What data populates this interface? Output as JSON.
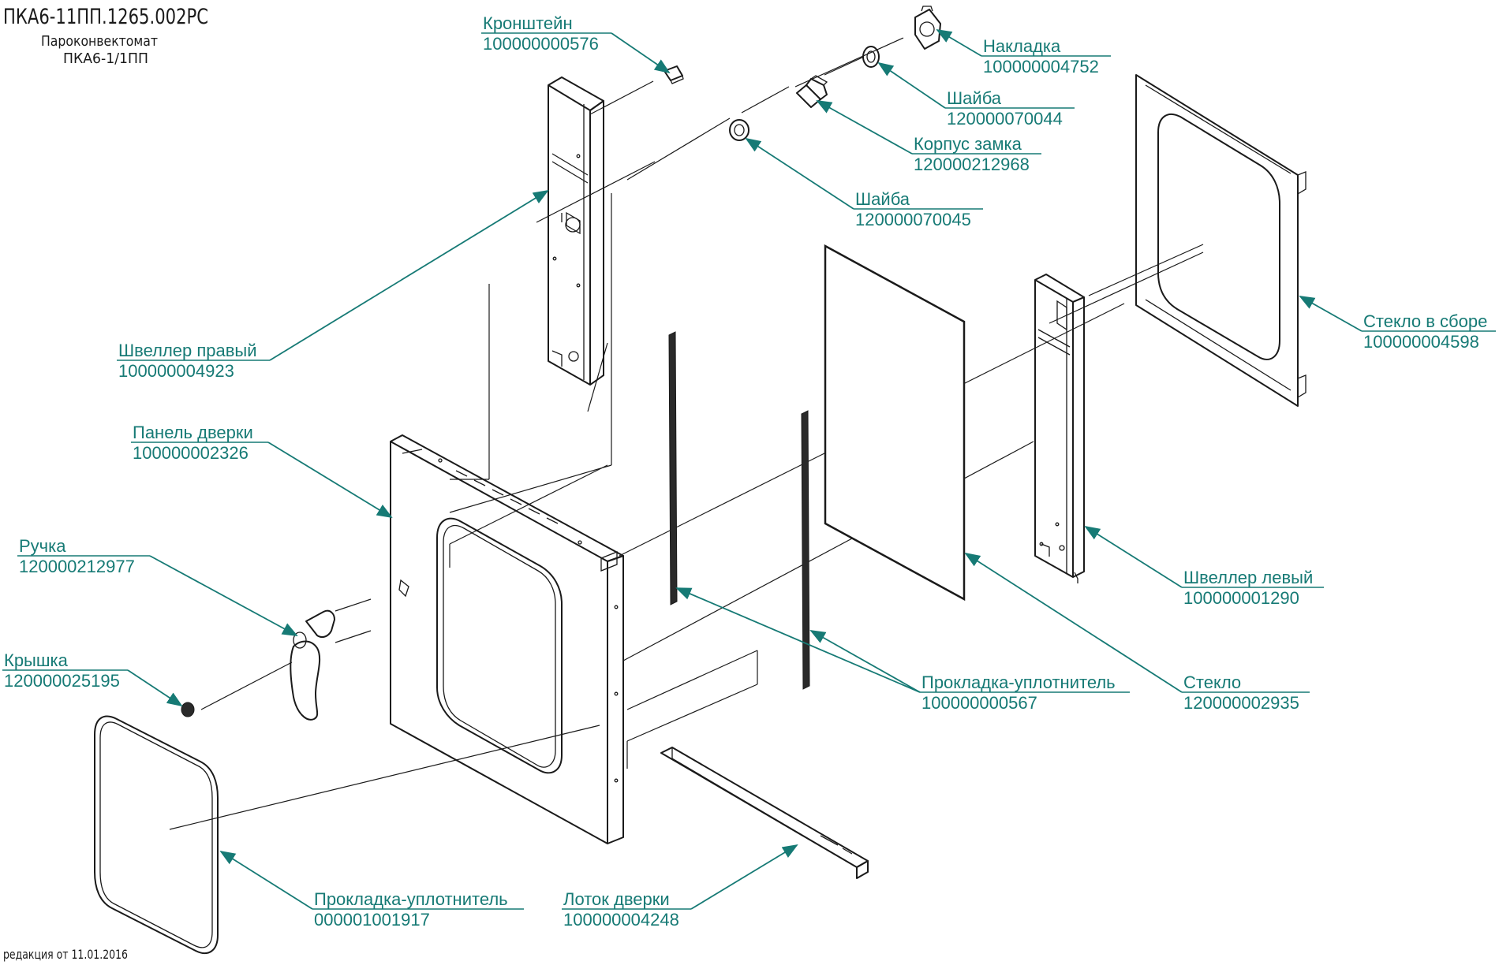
{
  "header": {
    "code": "ПКА6-11ПП.1265.002РС",
    "product_line1": "Пароконвектомат",
    "product_line2": "ПКА6-1/1ПП"
  },
  "footer": {
    "revision": "редакция от 11.01.2016"
  },
  "callouts": {
    "bracket": {
      "name": "Кронштейн",
      "code": "100000000576"
    },
    "cover_plate": {
      "name": "Накладка",
      "code": "100000004752"
    },
    "washer_1": {
      "name": "Шайба",
      "code": "120000070044"
    },
    "lock_body": {
      "name": "Корпус замка",
      "code": "120000212968"
    },
    "washer_2": {
      "name": "Шайба",
      "code": "120000070045"
    },
    "glass_assembly": {
      "name": "Стекло в сборе",
      "code": "100000004598"
    },
    "channel_right": {
      "name": "Швеллер правый",
      "code": "100000004923"
    },
    "door_panel": {
      "name": "Панель дверки",
      "code": "100000002326"
    },
    "handle": {
      "name": "Ручка",
      "code": "120000212977"
    },
    "cap": {
      "name": "Крышка",
      "code": "120000025195"
    },
    "channel_left": {
      "name": "Швеллер левый",
      "code": "100000001290"
    },
    "seal_strip": {
      "name": "Прокладка-уплотнитель",
      "code": "100000000567"
    },
    "glass": {
      "name": "Стекло",
      "code": "120000002935"
    },
    "seal_frame": {
      "name": "Прокладка-уплотнитель",
      "code": "000001001917"
    },
    "door_tray": {
      "name": "Лоток дверки",
      "code": "100000004248"
    }
  },
  "colors": {
    "label": "#167a75",
    "line": "#1a1a1a"
  }
}
